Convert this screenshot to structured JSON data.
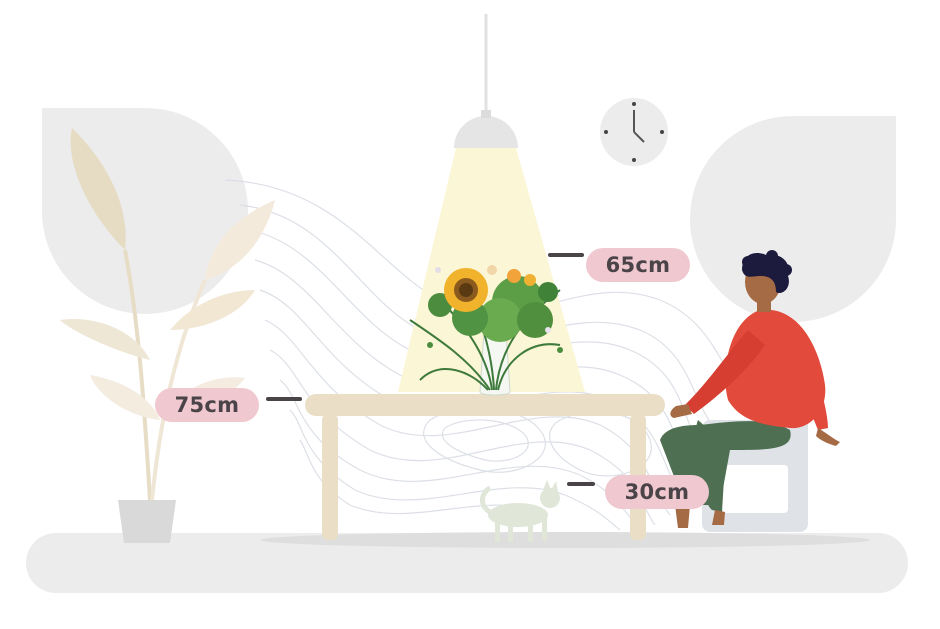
{
  "measurements": {
    "lamp_height": "65cm",
    "table_height": "75cm",
    "cat_height": "30cm"
  },
  "colors": {
    "label_bg": "#f0c8cf",
    "label_text": "#4a4448",
    "sweater": "#e24a3b",
    "trousers": "#4f6f52",
    "table": "#eadfc6",
    "light_cone": "#fbf6d6",
    "background_shapes": "#ececec"
  },
  "icons": [
    "wall-clock-icon",
    "pendant-lamp-icon",
    "sunflower-bouquet-icon",
    "cat-icon",
    "person-icon",
    "potted-plant-icon"
  ]
}
